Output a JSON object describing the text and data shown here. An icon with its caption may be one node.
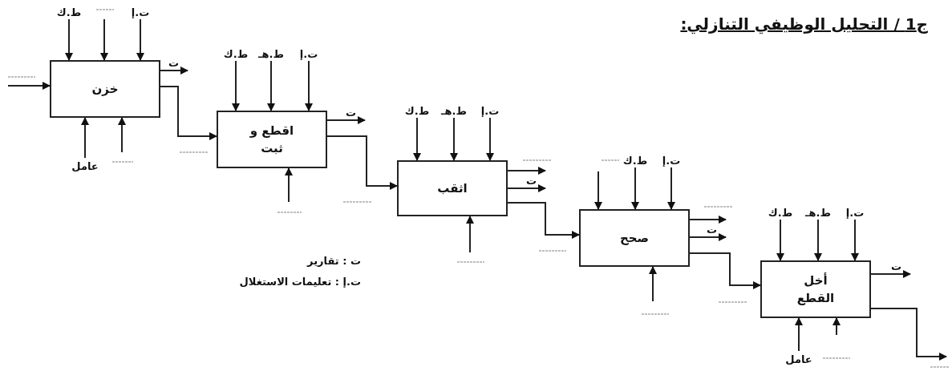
{
  "diagram": {
    "title": "ج1 / التحليل الوظيفي التنازلي:",
    "nodes": [
      {
        "text": [
          "خزن"
        ]
      },
      {
        "text": [
          "اقطع و ثبت"
        ]
      },
      {
        "text": [
          "اثقب"
        ]
      },
      {
        "text": [
          "صحح"
        ]
      },
      {
        "text": [
          "أخل القطع"
        ]
      },
      {
        "text": [
          "ط.ك"
        ]
      },
      {
        "text": [
          "ت.إ"
        ]
      },
      {
        "text": [
          "عامل"
        ]
      },
      {
        "text": [
          "ط.ك"
        ]
      },
      {
        "text": [
          "ط.هـ"
        ]
      },
      {
        "text": [
          "ت.إ"
        ]
      },
      {
        "text": [
          "ط.ك"
        ]
      },
      {
        "text": [
          "ط.هـ"
        ]
      },
      {
        "text": [
          "ت.إ"
        ]
      },
      {
        "text": [
          "ط.ك"
        ]
      },
      {
        "text": [
          "ت.إ"
        ]
      },
      {
        "text": [
          "ط.ك"
        ]
      },
      {
        "text": [
          "ط.هـ"
        ]
      },
      {
        "text": [
          "ت.إ"
        ]
      },
      {
        "text": [
          "عامل"
        ]
      }
    ],
    "edges": [
      {
        "from": 5,
        "to": 0,
        "arrow": "to"
      },
      {
        "from": null,
        "to": 0,
        "arrow": "to"
      },
      {
        "from": 6,
        "to": 0,
        "arrow": "to"
      },
      {
        "from": null,
        "to": 0,
        "arrow": "to"
      },
      {
        "from": 0,
        "to": null,
        "arrow": "to",
        "label": "ت"
      },
      {
        "from": 0,
        "to": 1,
        "arrow": "to"
      },
      {
        "from": 7,
        "to": 0,
        "arrow": "to"
      },
      {
        "from": null,
        "to": 0,
        "arrow": "to"
      },
      {
        "from": 8,
        "to": 1,
        "arrow": "to"
      },
      {
        "from": 9,
        "to": 1,
        "arrow": "to"
      },
      {
        "from": 10,
        "to": 1,
        "arrow": "to"
      },
      {
        "from": 1,
        "to": null,
        "arrow": "to",
        "label": "ت"
      },
      {
        "from": 1,
        "to": 2,
        "arrow": "to"
      },
      {
        "from": null,
        "to": 1,
        "arrow": "to"
      },
      {
        "from": 11,
        "to": 2,
        "arrow": "to"
      },
      {
        "from": 12,
        "to": 2,
        "arrow": "to"
      },
      {
        "from": 13,
        "to": 2,
        "arrow": "to"
      },
      {
        "from": 2,
        "to": null,
        "arrow": "to"
      },
      {
        "from": 2,
        "to": null,
        "arrow": "to",
        "label": "ت"
      },
      {
        "from": 2,
        "to": 3,
        "arrow": "to"
      },
      {
        "from": null,
        "to": 2,
        "arrow": "to"
      },
      {
        "from": null,
        "to": 3,
        "arrow": "to"
      },
      {
        "from": 14,
        "to": 3,
        "arrow": "to"
      },
      {
        "from": 15,
        "to": 3,
        "arrow": "to"
      },
      {
        "from": 3,
        "to": null,
        "arrow": "to"
      },
      {
        "from": 3,
        "to": null,
        "arrow": "to",
        "label": "ت"
      },
      {
        "from": 3,
        "to": 4,
        "arrow": "to"
      },
      {
        "from": null,
        "to": 3,
        "arrow": "to"
      },
      {
        "from": 16,
        "to": 4,
        "arrow": "to"
      },
      {
        "from": 17,
        "to": 4,
        "arrow": "to"
      },
      {
        "from": 18,
        "to": 4,
        "arrow": "to"
      },
      {
        "from": 4,
        "to": null,
        "arrow": "to",
        "label": "ت"
      },
      {
        "from": 4,
        "to": null,
        "arrow": "to"
      },
      {
        "from": 19,
        "to": 4,
        "arrow": "to"
      },
      {
        "from": null,
        "to": 4,
        "arrow": "to"
      }
    ],
    "labels": [
      "ت : تقارير",
      "ت.إ : تعليمات الاستغلال"
    ]
  }
}
